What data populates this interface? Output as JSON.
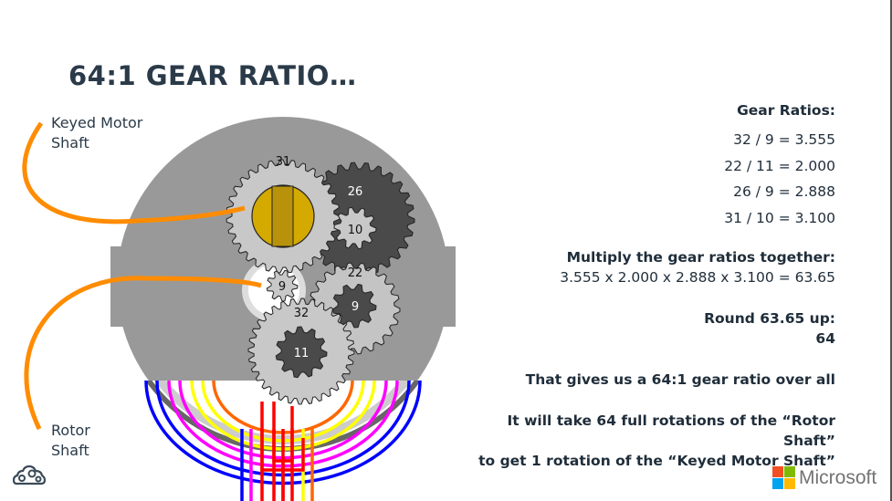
{
  "title": "64:1 GEAR RATIO…",
  "labels": {
    "keyed_line1": "Keyed Motor",
    "keyed_line2": "Shaft",
    "rotor_line1": "Rotor",
    "rotor_line2": "Shaft"
  },
  "gears": [
    {
      "teeth_label": "31",
      "color": "#c8c8c8"
    },
    {
      "teeth_label": "26",
      "color": "#4a4a4a"
    },
    {
      "teeth_label": "10",
      "color": "#c8c8c8"
    },
    {
      "teeth_label": "22",
      "color": "#c4c4c4"
    },
    {
      "teeth_label": "9",
      "color": "#4a4a4a"
    },
    {
      "teeth_label": "32",
      "color": "#c8c8c8"
    },
    {
      "teeth_label": "11",
      "color": "#4a4a4a"
    },
    {
      "teeth_label": "9",
      "color": "#c8c8c8"
    }
  ],
  "panel": {
    "heading": "Gear Ratios:",
    "ratios": [
      "32 / 9 = 3.555",
      "22 / 11 = 2.000",
      "26 / 9 = 2.888",
      "31 / 10 = 3.100"
    ],
    "multiply_heading": "Multiply the gear ratios together:",
    "multiply_formula": "3.555 x 2.000 x 2.888 x 3.100 = 63.65",
    "round_heading": "Round 63.65 up:",
    "round_value": "64",
    "summary": "That gives us a 64:1 gear ratio over all",
    "conclusion_line1": "It will take 64 full rotations of the “Rotor",
    "conclusion_line2": "Shaft”",
    "conclusion_line3": "to get 1 rotation of the “Keyed Motor Shaft”"
  },
  "brand": {
    "name": "Microsoft",
    "colors": [
      "#f25022",
      "#7fba00",
      "#00a4ef",
      "#ffb900"
    ]
  },
  "colors": {
    "housing": "#999999",
    "shaft": "#d4aa00",
    "shaft_key": "#b8920a",
    "pointer": "#ff8c00"
  }
}
